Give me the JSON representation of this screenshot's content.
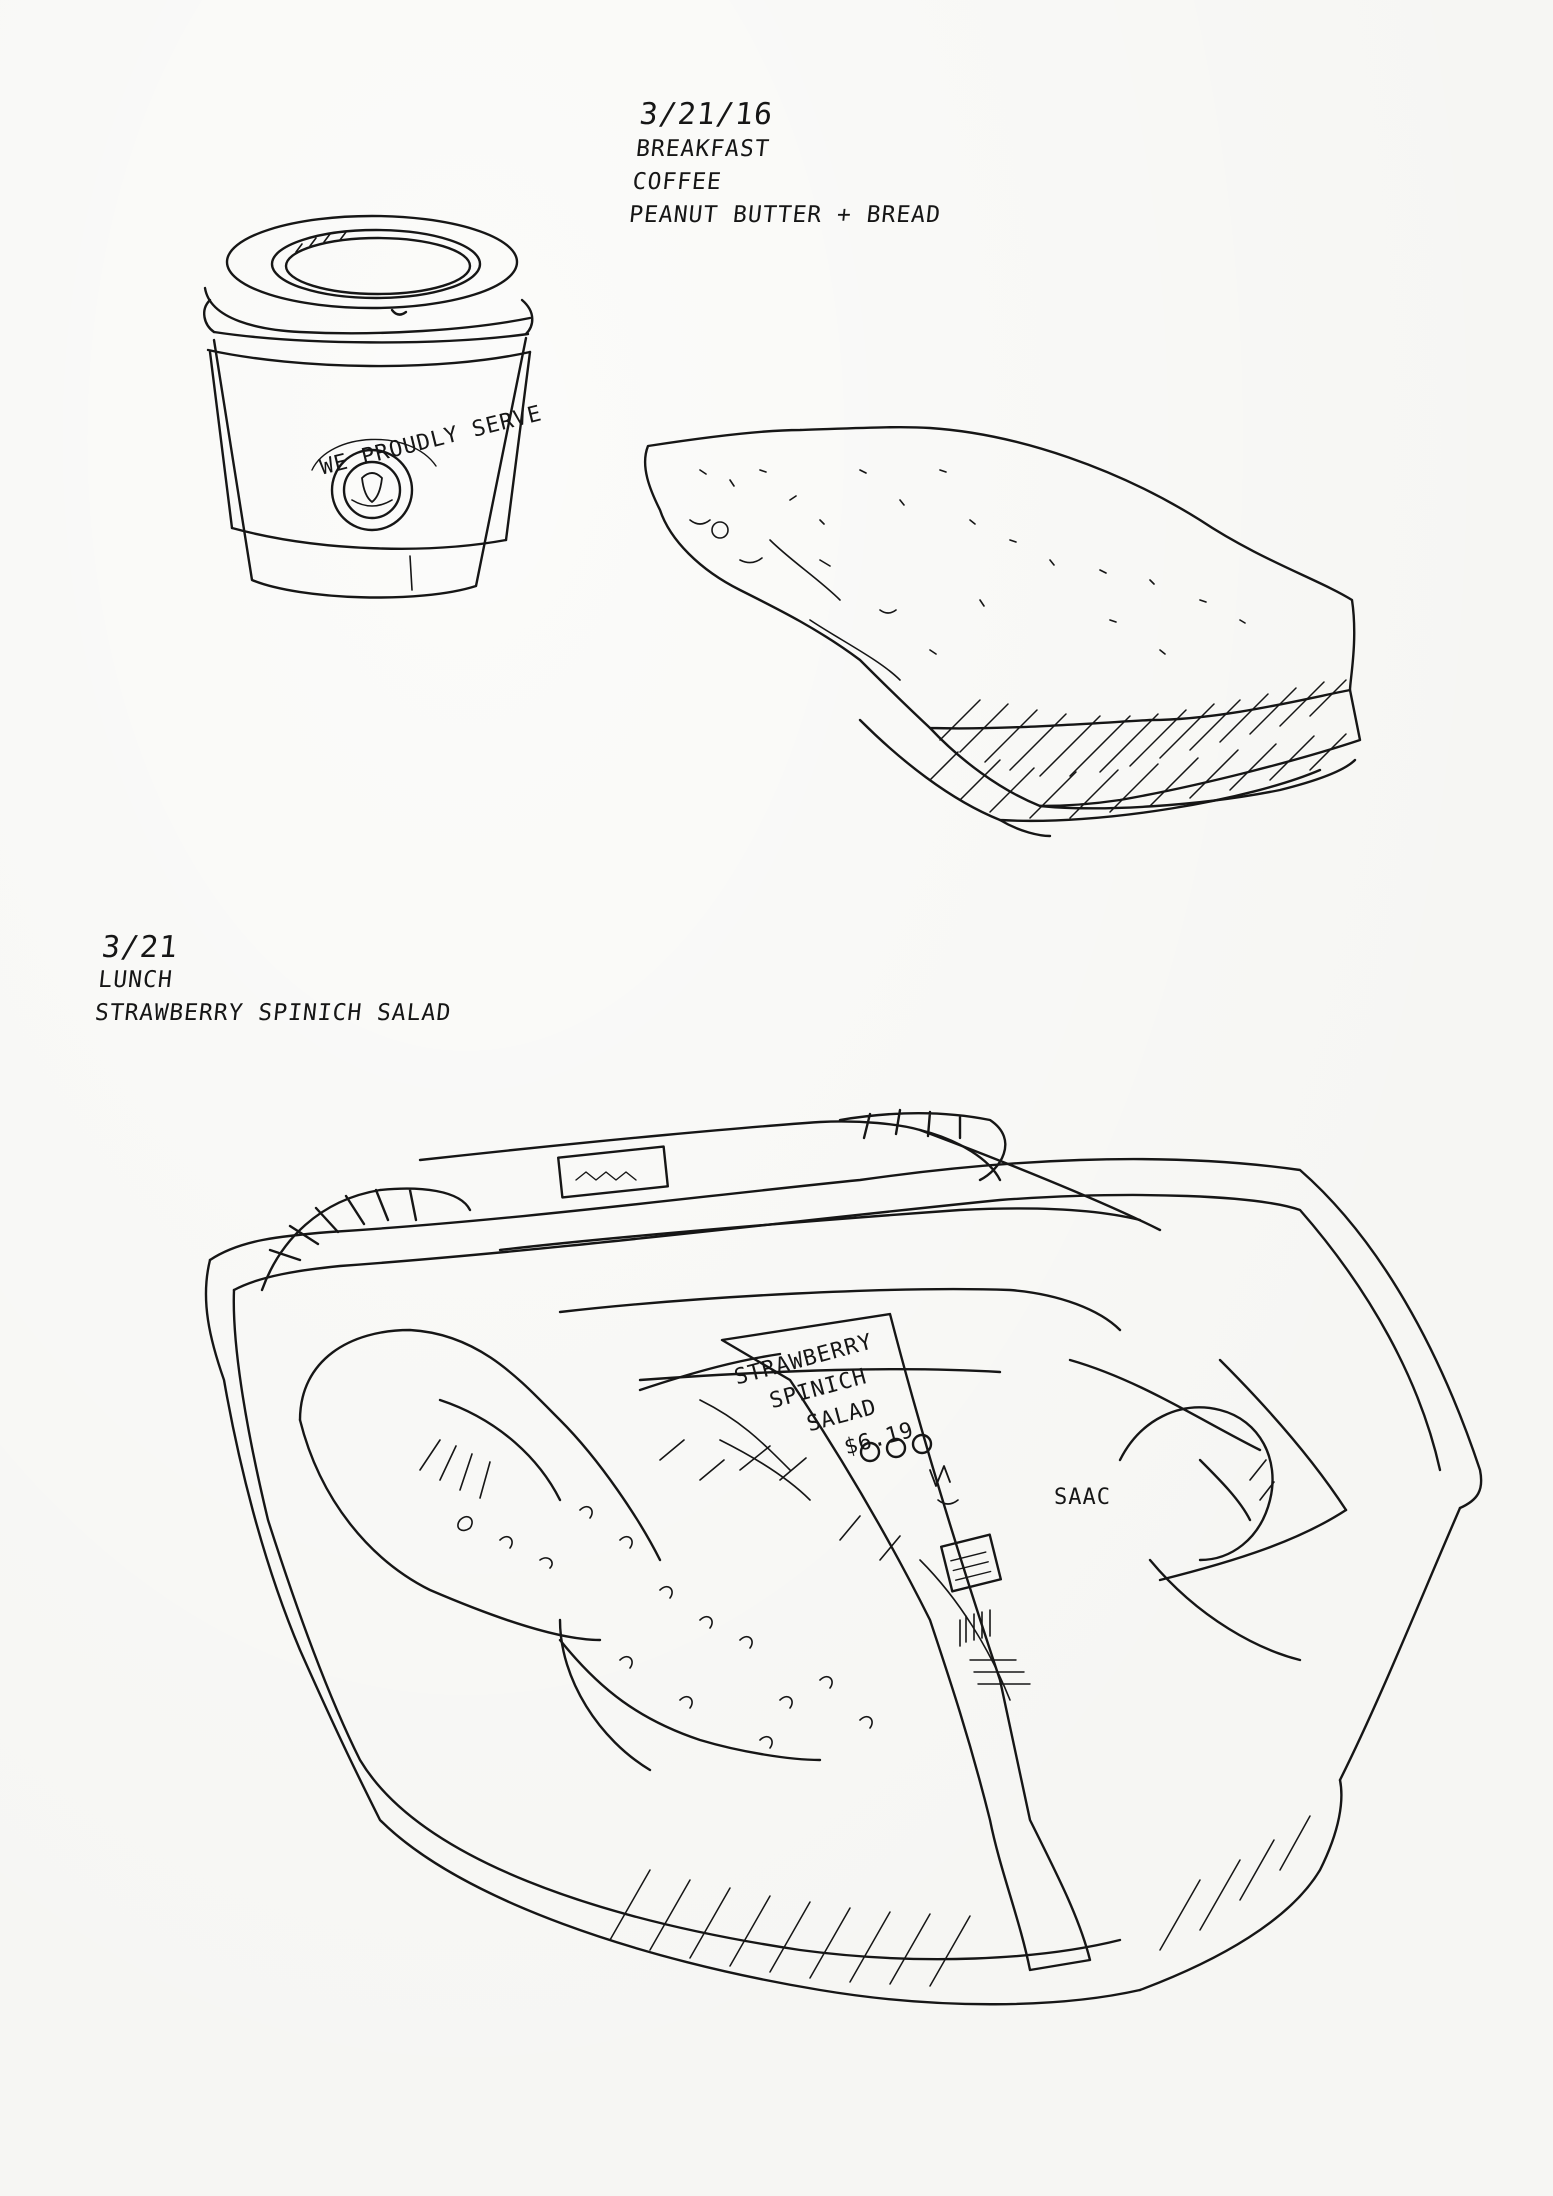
{
  "breakfast": {
    "date": "3/21/16",
    "meal": "BREAKFAST",
    "items": [
      "COFFEE",
      "PEANUT BUTTER + BREAD"
    ]
  },
  "lunch": {
    "date": "3/21",
    "meal": "LUNCH",
    "items": [
      "STRAWBERRY SPINICH SALAD"
    ]
  },
  "cup_sleeve_text": "WE PROUDLY SERVE",
  "salad_label": {
    "lines": [
      "STRAWBERRY",
      "SPINICH",
      "SALAD"
    ],
    "price": "$6.19",
    "side_text": "SAAC"
  },
  "colors": {
    "ink": "#161616",
    "paper": "#f6f6f3"
  }
}
